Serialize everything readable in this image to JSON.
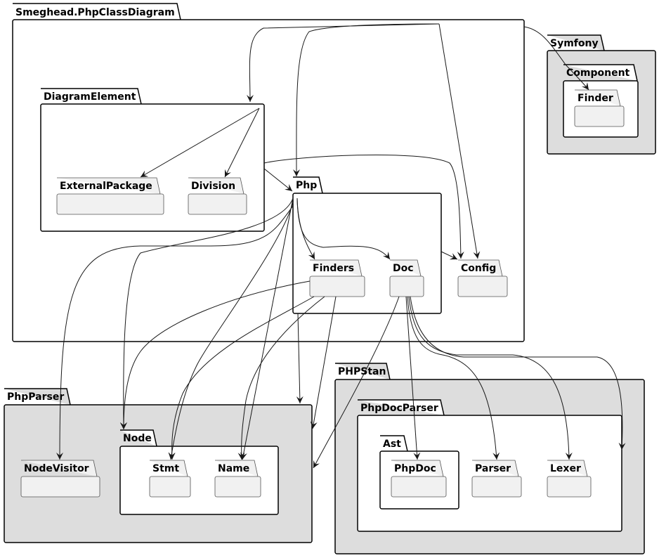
{
  "colors": {
    "outer_fill": "#DDDDDD",
    "inner_fill": "#FFFFFF",
    "leaf_fill": "#F1F1F1",
    "stroke": "#000000",
    "leaf_stroke": "#555555"
  },
  "packages": {
    "smeghead": "Smeghead.PhpClassDiagram",
    "diagram_element": "DiagramElement",
    "external_package": "ExternalPackage",
    "division": "Division",
    "php": "Php",
    "finders": "Finders",
    "doc": "Doc",
    "config": "Config",
    "symfony": "Symfony",
    "component": "Component",
    "finder": "Finder",
    "php_parser": "PhpParser",
    "node_visitor": "NodeVisitor",
    "node": "Node",
    "stmt": "Stmt",
    "name": "Name",
    "phpstan": "PHPStan",
    "php_doc_parser": "PhpDocParser",
    "ast": "Ast",
    "php_doc": "PhpDoc",
    "parser": "Parser",
    "lexer": "Lexer"
  }
}
